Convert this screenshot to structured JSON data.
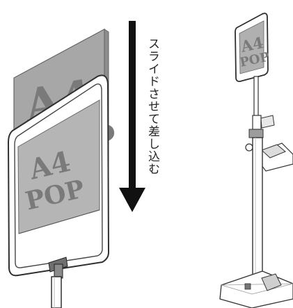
{
  "instruction": {
    "text": "スライドさせて差し込む"
  },
  "sign": {
    "line1": "A4",
    "line2": "POP"
  },
  "colors": {
    "insert_gray": "#9a9a9a",
    "frame_dark": "#2f2f2f",
    "arrow": "#111111"
  }
}
